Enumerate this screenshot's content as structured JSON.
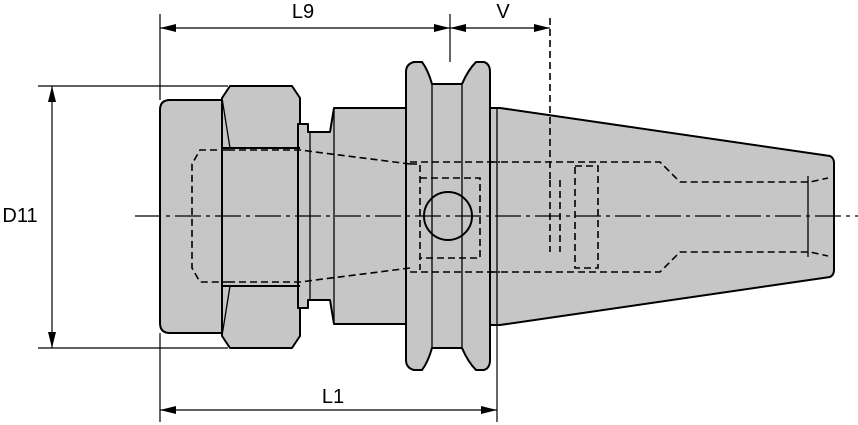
{
  "dimensions": {
    "l9": "L9",
    "v": "V",
    "d11": "D11",
    "l1": "L1"
  }
}
